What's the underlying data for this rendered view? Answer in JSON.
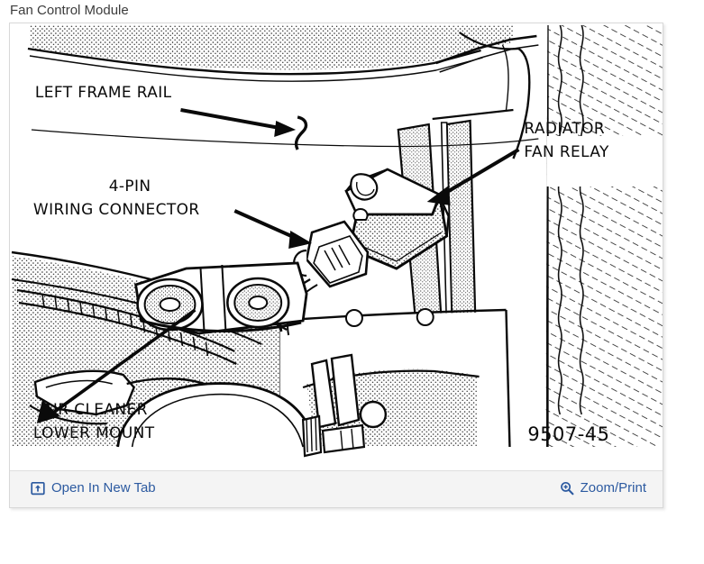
{
  "page": {
    "title": "Fan Control Module",
    "background_color": "#ffffff"
  },
  "figure": {
    "frame_border_color": "#d8d8d8",
    "figure_number": "9507-45",
    "labels": [
      {
        "id": "left-frame-rail",
        "line1": "LEFT FRAME RAIL",
        "line2": ""
      },
      {
        "id": "4-pin-connector",
        "line1": "4-PIN",
        "line2": "WIRING CONNECTOR"
      },
      {
        "id": "radiator-fan-relay",
        "line1": "RADIATOR",
        "line2": "FAN RELAY"
      },
      {
        "id": "air-cleaner-mount",
        "line1": "AIR CLEANER",
        "line2": "LOWER MOUNT"
      }
    ]
  },
  "toolbar": {
    "background_color": "#f4f4f4",
    "link_color": "#2c5aa0",
    "open_new_tab_label": "Open In New Tab",
    "open_new_tab_icon": "open-in-new-tab-icon",
    "zoom_print_label": "Zoom/Print",
    "zoom_print_icon": "magnifier-plus-icon"
  }
}
